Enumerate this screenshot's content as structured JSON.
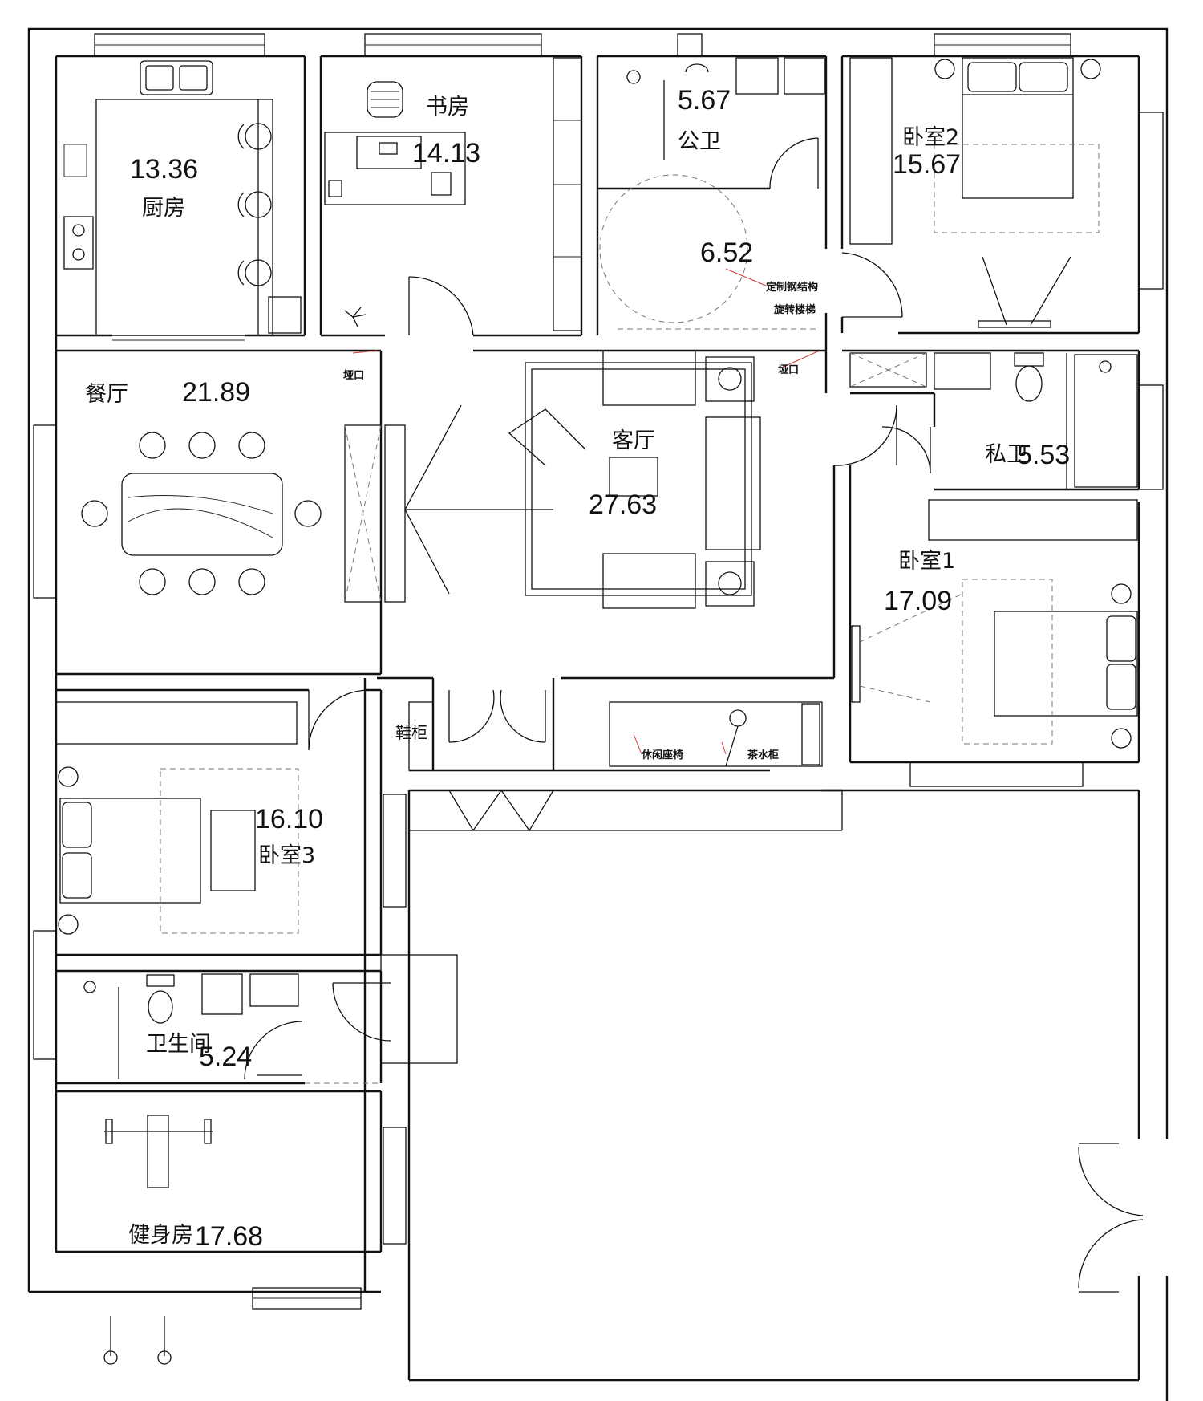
{
  "rooms": {
    "kitchen": {
      "name": "厨房",
      "area": "13.36"
    },
    "study": {
      "name": "书房",
      "area": "14.13"
    },
    "public_bath": {
      "name": "公卫",
      "area": "5.67"
    },
    "hall": {
      "area": "6.52"
    },
    "bedroom2": {
      "name": "卧室2",
      "area": "15.67"
    },
    "dining": {
      "name": "餐厅",
      "area": "21.89"
    },
    "living": {
      "name": "客厅",
      "area": "27.63"
    },
    "private_bath": {
      "name": "私卫",
      "area": "5.53"
    },
    "bedroom1": {
      "name": "卧室1",
      "area": "17.09"
    },
    "bedroom3": {
      "name": "卧室3",
      "area": "16.10"
    },
    "toilet": {
      "name": "卫生间",
      "area": "5.24"
    },
    "gym": {
      "name": "健身房",
      "area": "17.68"
    }
  },
  "notes": {
    "stair_line1": "定制钢结构",
    "stair_line2": "旋转楼梯",
    "opening": "垭口",
    "shoe_cabinet": "鞋柜",
    "leisure_seat": "休闲座椅",
    "tea_cabinet": "茶水柜"
  }
}
